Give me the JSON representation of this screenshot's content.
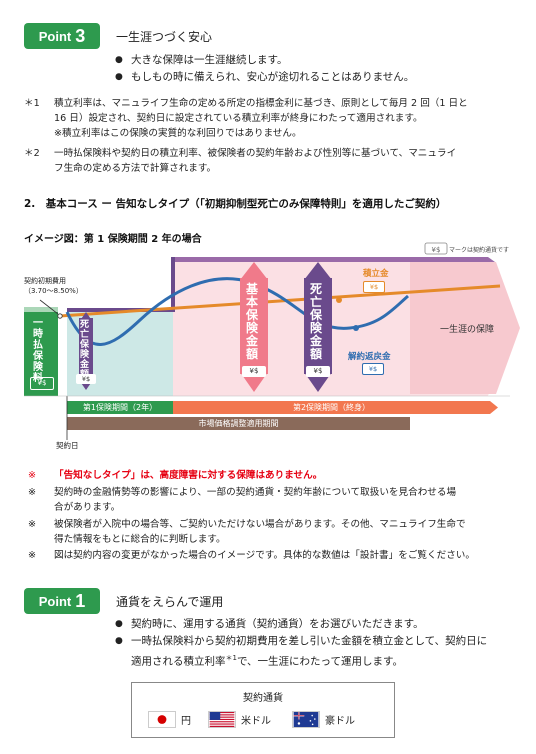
{
  "point3": {
    "badge_label": "Point",
    "badge_num": "3",
    "title": "一生涯つづく安心",
    "bullets": [
      "大きな保障は一生涯継続します。",
      "もしもの時に備えられ、安心が途切れることはありません。"
    ]
  },
  "notes": [
    {
      "mark": "＊1",
      "lines": [
        "積立利率は、マニュライフ生命の定める所定の指標金利に基づき、原則として毎月 2 回（1 日と",
        "16 日）設定され、契約日に設定されている積立利率が終身にわたって適用されます。",
        "※積立利率はこの保険の実質的な利回りではありません。"
      ]
    },
    {
      "mark": "＊2",
      "lines": [
        "一時払保険料や契約日の積立利率、被保険者の契約年齢および性別等に基づいて、マニュライ",
        "フ生命の定める方法で計算されます。"
      ]
    }
  ],
  "section2": {
    "title": "2.　基本コース ー 告知なしタイプ（「初期抑制型死亡のみ保障特則」を適用したご契約）",
    "image_title": "イメージ図：第 1 保険期間 2 年の場合"
  },
  "diagram": {
    "currency_mark_note": "マークは契約通貨です",
    "currency_symbol": "¥$",
    "initial_fee_label": "契約初期費用",
    "initial_fee_range": "（3.70〜8.50%）",
    "lump_sum_label": "一時払保険料",
    "death_benefit_1": "死亡保険金額",
    "basic_benefit": "基本保険金額",
    "death_benefit_2": "死亡保険金額",
    "reserve_label": "積立金",
    "surrender_label": "解約返戻金",
    "lifetime_label": "一生涯の保障",
    "period1": "第1保険期間（2年）",
    "period2": "第2保険期間（終身）",
    "mva_period": "市場価格調整適用期間",
    "contract_date": "契約日",
    "colors": {
      "green": "#2e9a4e",
      "pink": "#f07a8a",
      "purple": "#6a4a8c",
      "orange": "#e58a2a",
      "blue": "#2f6db0",
      "navy": "#3a3a7a",
      "teal": "#cde8e6",
      "salmon": "#f2774f",
      "brown": "#8a6a5a"
    }
  },
  "footnotes": [
    {
      "mark": "※",
      "text": "「告知なしタイプ」は、高度障害に対する保障はありません。",
      "red": true
    },
    {
      "mark": "※",
      "text": "契約時の金融情勢等の影響により、一部の契約通貨・契約年齢について取扱いを見合わせる場",
      "cont": "合があります。"
    },
    {
      "mark": "※",
      "text": "被保険者が入院中の場合等、ご契約いただけない場合があります。その他、マニュライフ生命で",
      "cont": "得た情報をもとに総合的に判断します。"
    },
    {
      "mark": "※",
      "text": "図は契約内容の変更がなかった場合のイメージです。具体的な数値は「設計書」をご覧ください。"
    }
  ],
  "point1": {
    "badge_label": "Point",
    "badge_num": "1",
    "title": "通貨をえらんで運用",
    "bullets": [
      {
        "text": "契約時に、運用する通貨（契約通貨）をお選びいただきます。"
      },
      {
        "text": "一時払保険料から契約初期費用を差し引いた金額を積立金として、契約日に",
        "cont_a": "適用される積立利率",
        "sup": "＊1",
        "cont_b": "で、一生涯にわたって運用します。"
      }
    ]
  },
  "currencies": {
    "title": "契約通貨",
    "items": [
      {
        "icon": "japan-flag-icon",
        "label": "円"
      },
      {
        "icon": "usa-flag-icon",
        "label": "米ドル"
      },
      {
        "icon": "australia-flag-icon",
        "label": "豪ドル"
      }
    ]
  }
}
